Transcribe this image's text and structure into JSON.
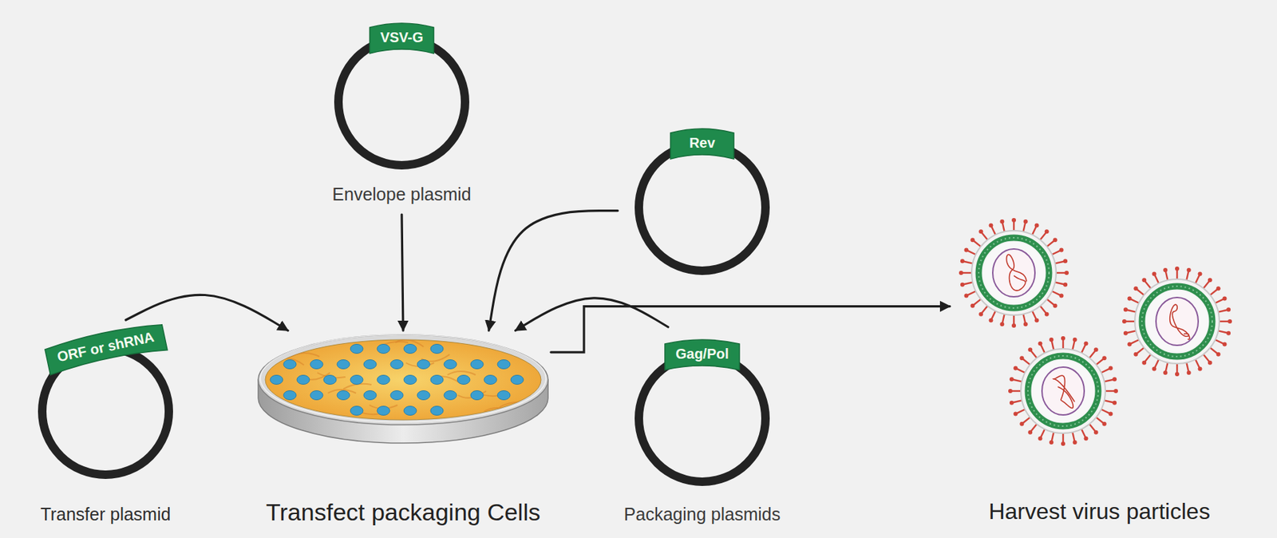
{
  "diagram": {
    "nodes": [
      {
        "text": [
          "VSV-G",
          "Envelope plasmid"
        ]
      },
      {
        "text": [
          "Rev"
        ]
      },
      {
        "text": [
          "ORF or shRNA",
          "Transfer plasmid"
        ]
      },
      {
        "text": [
          "Transfect packaging Cells"
        ]
      },
      {
        "text": [
          "Gag/Pol",
          "Packaging plasmids"
        ]
      },
      {
        "text": [
          "Harvest virus particles"
        ]
      }
    ],
    "edges": [
      {
        "from": 2,
        "to": 3,
        "arrow": "to"
      },
      {
        "from": 0,
        "to": 3,
        "arrow": "to"
      },
      {
        "from": 1,
        "to": 3,
        "arrow": "to"
      },
      {
        "from": 4,
        "to": 3,
        "arrow": "to"
      },
      {
        "from": 3,
        "to": 5,
        "arrow": "to"
      }
    ]
  }
}
